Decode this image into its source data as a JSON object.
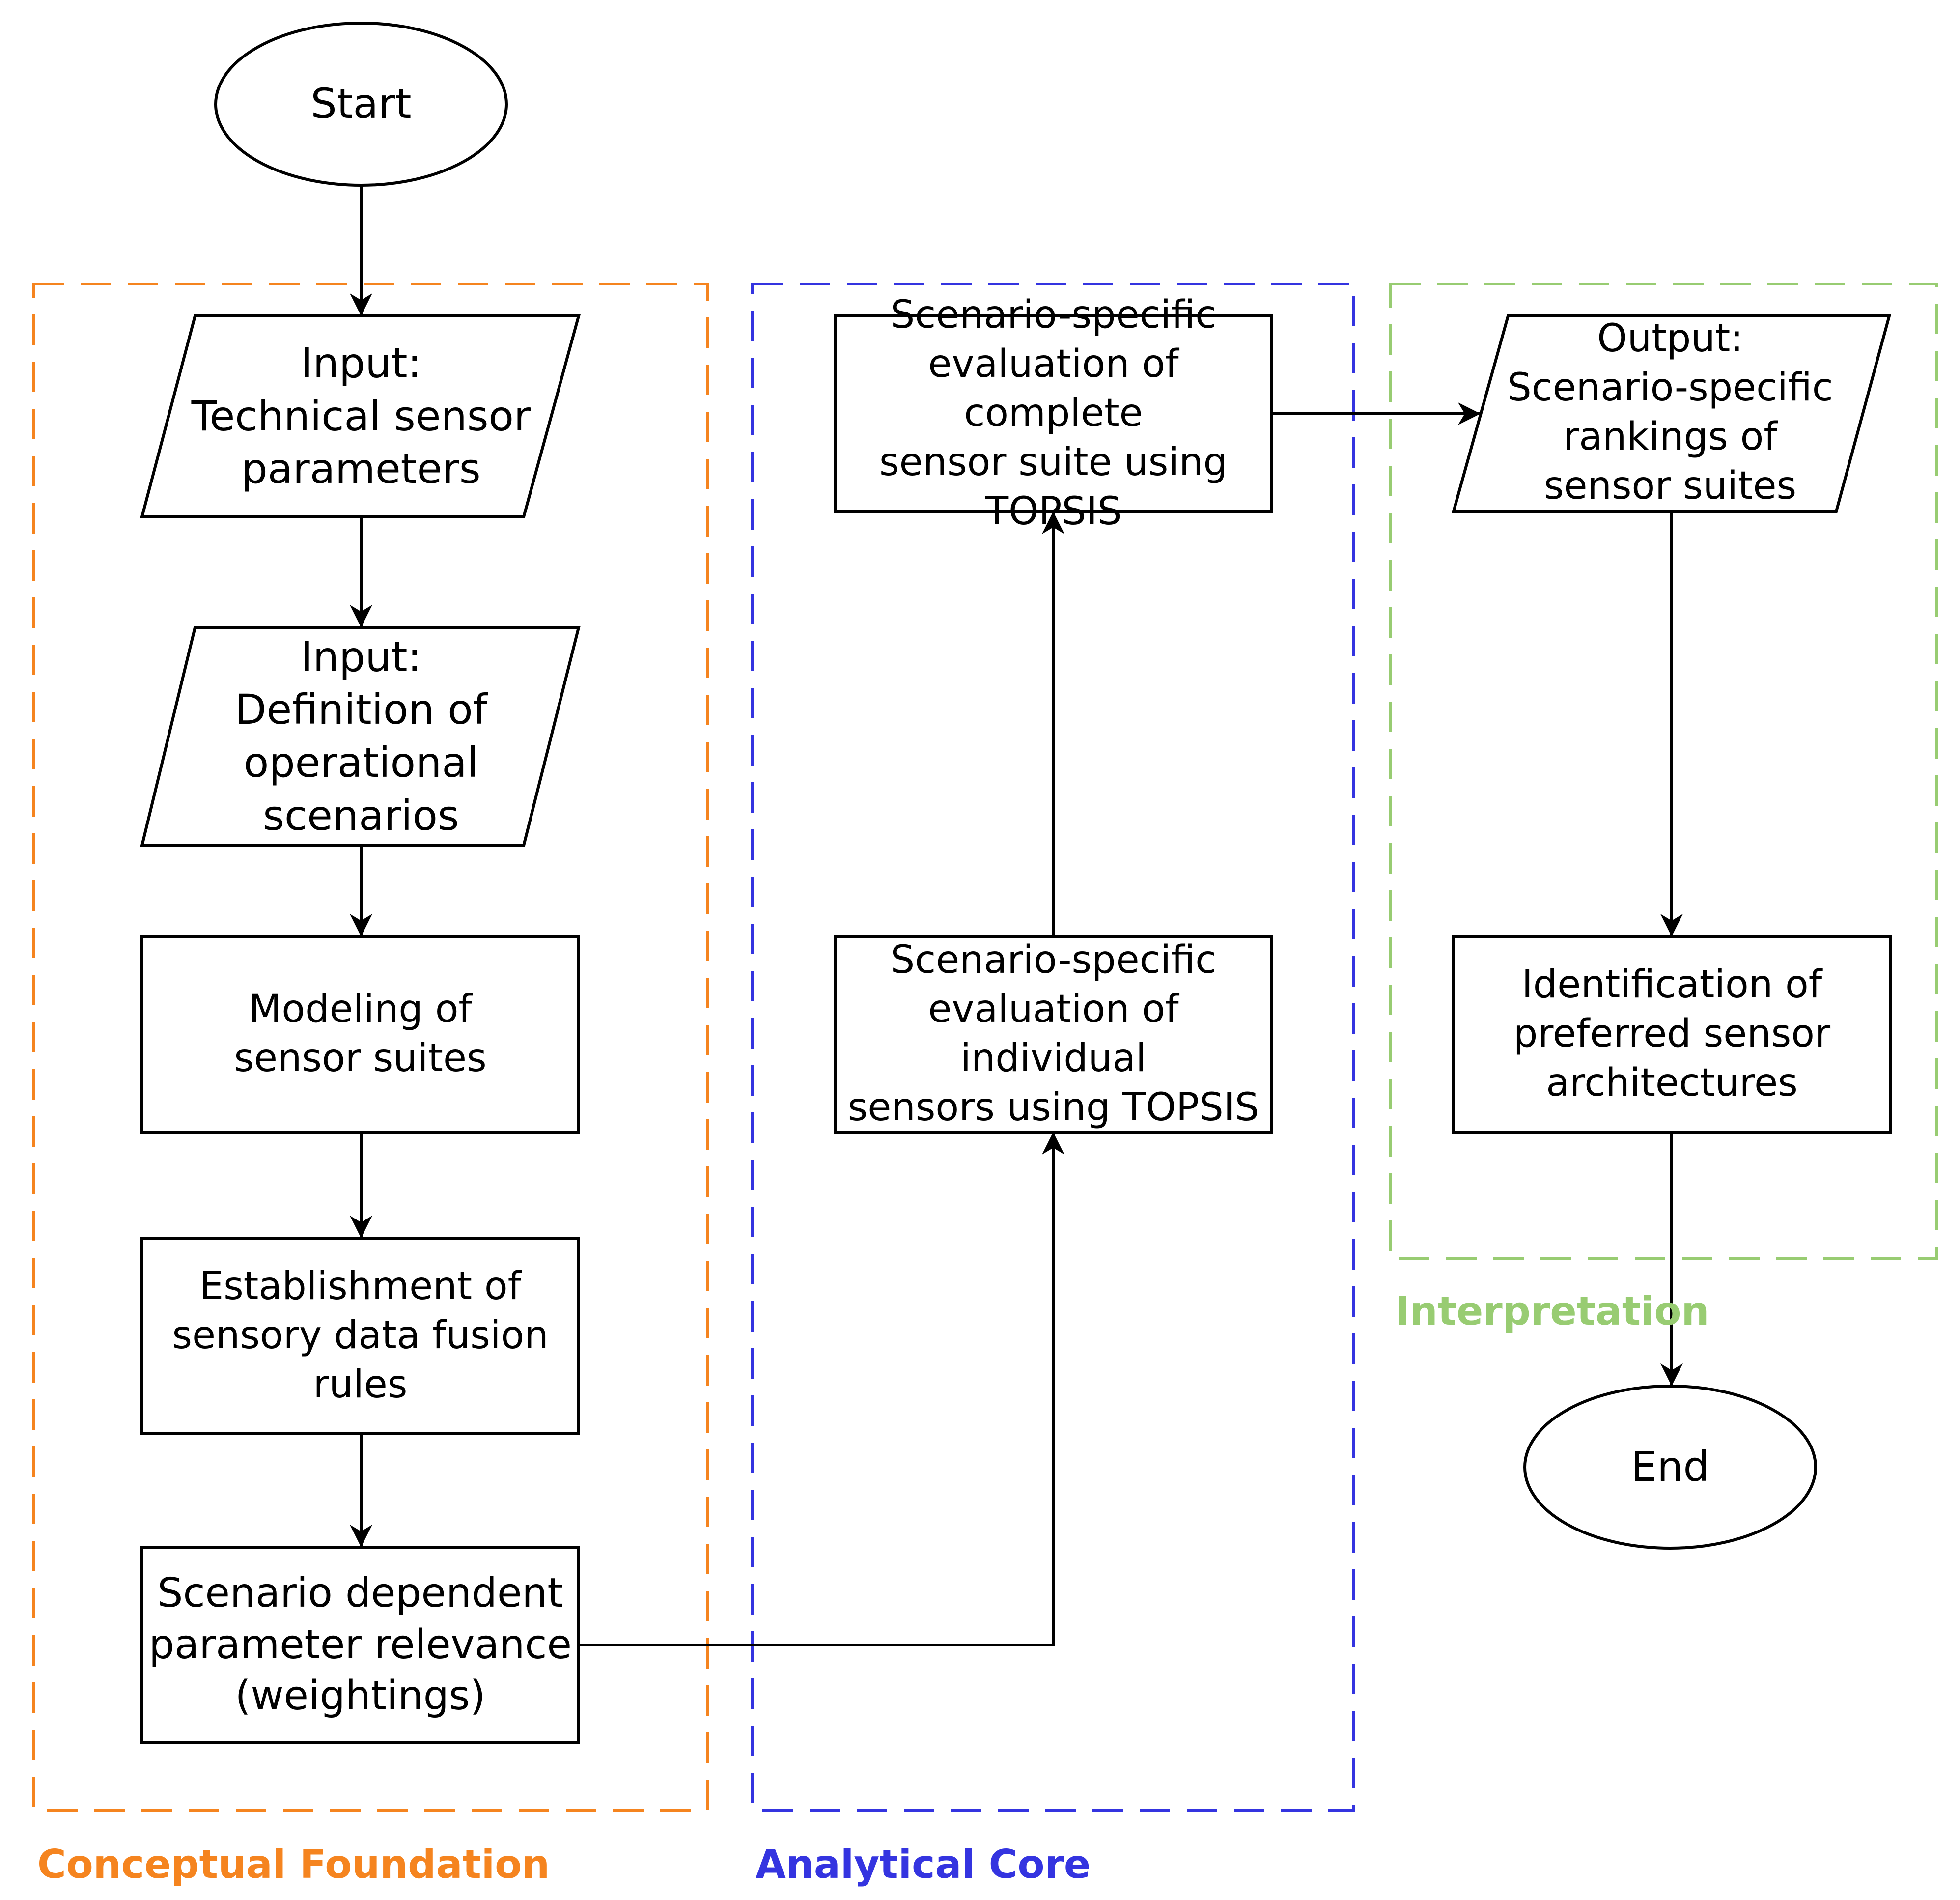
{
  "colors": {
    "conceptual": "#F5841F",
    "analytical": "#3434E0",
    "interpretation": "#98CC72",
    "stroke": "#000000"
  },
  "groups": {
    "conceptual": "Conceptual Foundation",
    "analytical": "Analytical Core",
    "interpretation": "Interpretation"
  },
  "nodes": {
    "start": "Start",
    "input_params": "Input:\nTechnical sensor\nparameters",
    "input_scenarios": "Input:\nDefinition of\noperational\nscenarios",
    "modeling": "Modeling of\nsensor suites",
    "fusion": "Establishment of\nsensory data fusion\nrules",
    "weightings": "Scenario dependent\nparameter relevance\n(weightings)",
    "eval_individual": "Scenario-specific\nevaluation of individual\nsensors using TOPSIS",
    "eval_suite": "Scenario-specific\nevaluation of complete\nsensor suite using\nTOPSIS",
    "output_rankings": "Output:\nScenario-specific\nrankings of\nsensor suites",
    "identification": "Identification of\npreferred sensor\narchitectures",
    "end": "End"
  }
}
